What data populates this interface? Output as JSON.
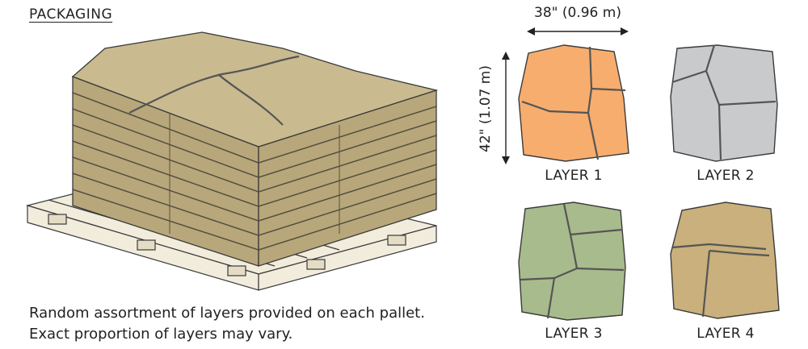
{
  "heading": "PACKAGING",
  "caption": {
    "line1": "Random assortment of layers provided on each pallet.",
    "line2": "Exact proportion of layers may vary."
  },
  "dimensions": {
    "width_label": "38\" (0.96 m)",
    "height_label": "42\" (1.07 m)"
  },
  "layers": [
    {
      "label": "LAYER 1",
      "color": "#f7ad6e"
    },
    {
      "label": "LAYER 2",
      "color": "#c9cacc"
    },
    {
      "label": "LAYER 3",
      "color": "#a8bb8c"
    },
    {
      "label": "LAYER 4",
      "color": "#c9b07c"
    }
  ],
  "colors": {
    "stone_top": "#c9ba8f",
    "stone_side": "#b7a77a",
    "pallet": "#f1ecdc",
    "outline": "#3a3a3a"
  }
}
